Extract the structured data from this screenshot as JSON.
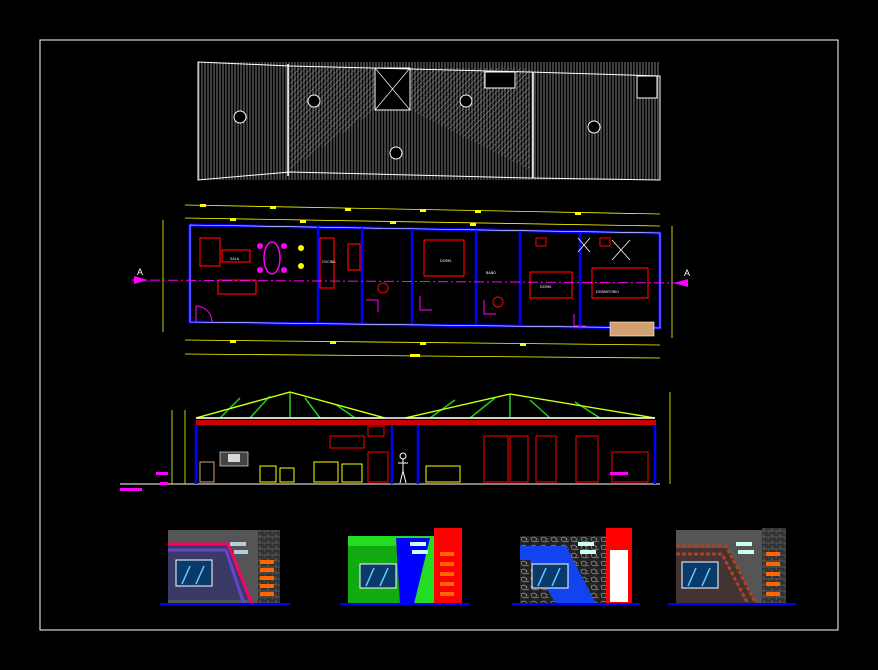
{
  "sheet": {
    "section_marker_left": "A",
    "section_marker_right": "A"
  },
  "floor_plan": {
    "rooms": [
      "SALA",
      "COCINA",
      "DORM.",
      "BAÑO",
      "DORM.",
      "DORMITORIO"
    ]
  },
  "colors": {
    "background": "#000000",
    "frame": "#ffffff",
    "dimension": "#ffff00",
    "wall": "#0000ff",
    "furniture": "#ff0000",
    "roof_truss": "#22cc22",
    "section_axis": "#ff00ff"
  }
}
